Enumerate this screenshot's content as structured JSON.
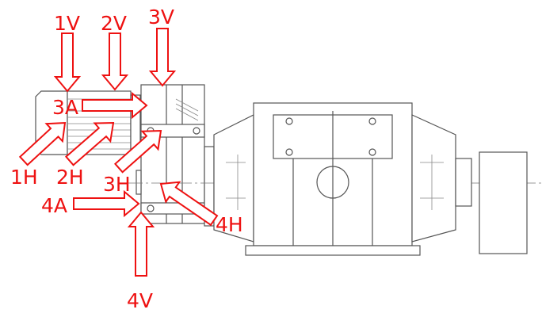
{
  "labels": {
    "p1v": "1V",
    "p2v": "2V",
    "p3v": "3V",
    "p3a": "3A",
    "p1h": "1H",
    "p2h": "2H",
    "p3h": "3H",
    "p4a": "4A",
    "p4h": "4H",
    "p4v": "4V"
  },
  "colors": {
    "annotation": "#ee1111",
    "drawing": "#555555"
  }
}
